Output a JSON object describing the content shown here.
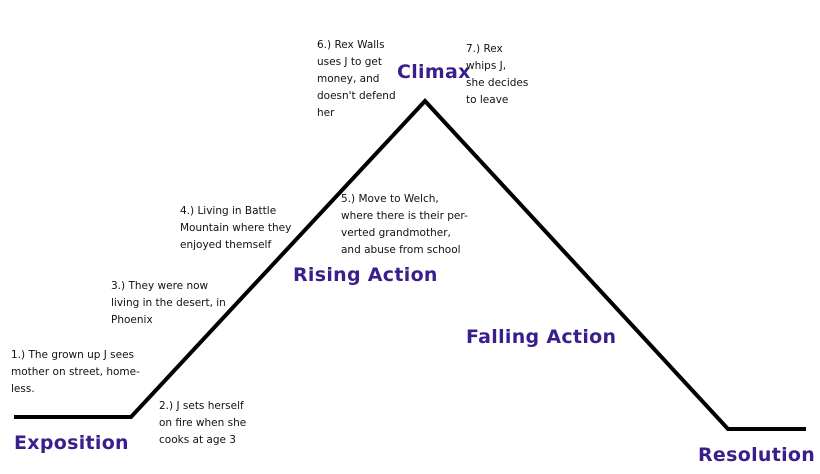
{
  "plot_line_color": "#000000",
  "label_color": "#3a1e8c",
  "stages": {
    "exposition": "Exposition",
    "rising_action": "Rising Action",
    "climax": "Climax",
    "falling_action": "Falling Action",
    "resolution": "Resolution"
  },
  "events": [
    {
      "lines": [
        "1.) The grown up J sees",
        "mother on street, home-",
        "less."
      ]
    },
    {
      "lines": [
        "2.) J sets herself",
        "on fire when she",
        "cooks at age 3"
      ]
    },
    {
      "lines": [
        "3.) They were now",
        "living in the desert, in",
        "Phoenix"
      ]
    },
    {
      "lines": [
        "4.) Living in Battle",
        "Mountain where they",
        "enjoyed themself"
      ]
    },
    {
      "lines": [
        "5.) Move to Welch,",
        "where there is their per-",
        "verted grandmother,",
        "and abuse from school"
      ]
    },
    {
      "lines": [
        "6.) Rex Walls",
        "uses J to get",
        "money, and",
        "doesn't defend",
        "her"
      ]
    },
    {
      "lines": [
        "7.) Rex",
        "whips J,",
        "she decides",
        "to leave"
      ]
    }
  ]
}
